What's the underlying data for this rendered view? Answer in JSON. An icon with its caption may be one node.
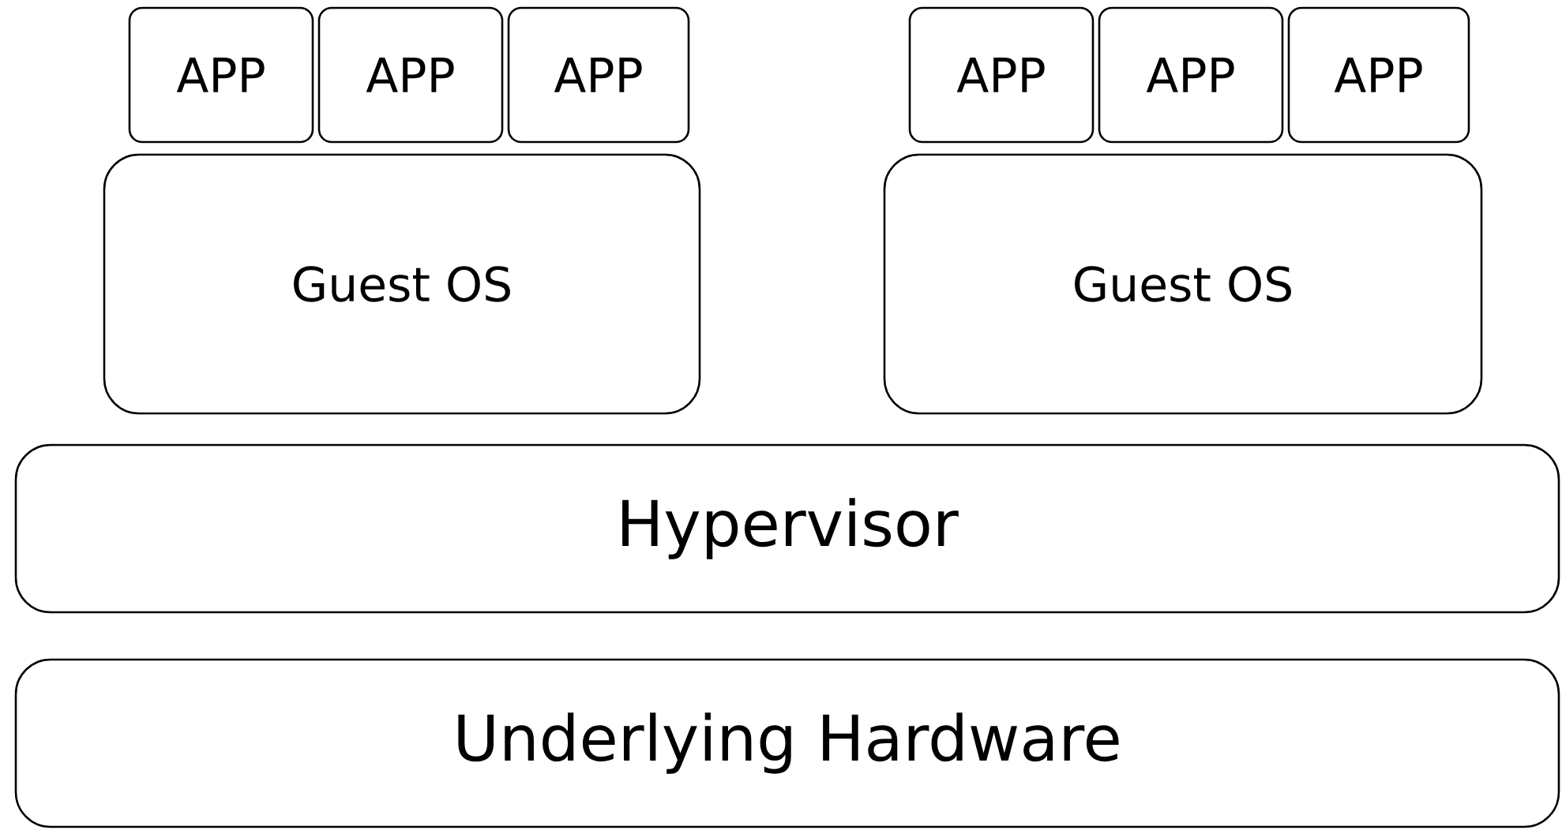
{
  "diagram": {
    "nodes": [
      {
        "text": [
          "APP"
        ]
      },
      {
        "text": [
          "APP"
        ]
      },
      {
        "text": [
          "APP"
        ]
      },
      {
        "text": [
          "APP"
        ]
      },
      {
        "text": [
          "APP"
        ]
      },
      {
        "text": [
          "APP"
        ]
      },
      {
        "text": [
          "Guest OS"
        ]
      },
      {
        "text": [
          "Guest OS"
        ]
      },
      {
        "text": [
          "Hypervisor"
        ]
      },
      {
        "text": [
          "Underlying Hardware"
        ]
      }
    ]
  }
}
